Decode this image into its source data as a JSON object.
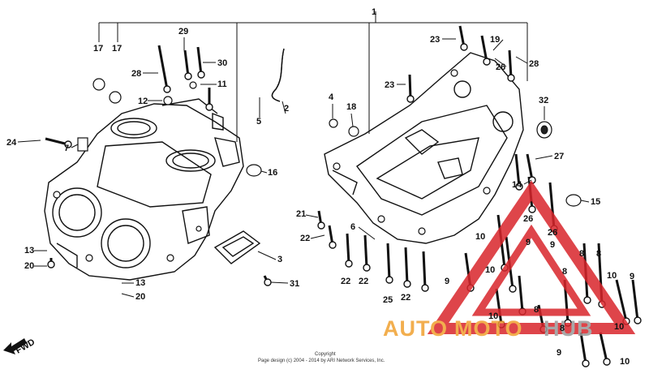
{
  "diagram": {
    "callouts": {
      "c1": "1",
      "c2": "2",
      "c3": "3",
      "c4": "4",
      "c5": "5",
      "c6": "6",
      "c7": "7",
      "c8a": "8",
      "c8b": "8",
      "c8c": "8",
      "c8d": "8",
      "c8e": "8",
      "c9a": "9",
      "c9b": "9",
      "c9c": "9",
      "c9d": "9",
      "c9e": "9",
      "c10a": "10",
      "c10b": "10",
      "c10c": "10",
      "c10d": "10",
      "c10e": "10",
      "c10f": "10",
      "c11": "11",
      "c12": "12",
      "c13a": "13",
      "c13b": "13",
      "c14": "14",
      "c15": "15",
      "c16": "16",
      "c17a": "17",
      "c17b": "17",
      "c18": "18",
      "c19": "19",
      "c20a": "20",
      "c20b": "20",
      "c21": "21",
      "c22a": "22",
      "c22b": "22",
      "c22c": "22",
      "c22d": "22",
      "c23a": "23",
      "c23b": "23",
      "c24": "24",
      "c25": "25",
      "c26a": "26",
      "c26b": "26",
      "c26c": "26",
      "c27": "27",
      "c28a": "28",
      "c28b": "28",
      "c29": "29",
      "c30": "30",
      "c31": "31",
      "c32": "32"
    },
    "fwd_label": "FWD",
    "copyright_line1": "Copyright",
    "copyright_line2": "Page design (c) 2004 - 2014 by ARI Network Services, Inc."
  },
  "watermark": {
    "brand": "AUTOMOTOHUB",
    "colors": {
      "triangle": "#d9252b",
      "text_orange": "#f0a030",
      "text_gray": "#9a9a9a"
    }
  }
}
